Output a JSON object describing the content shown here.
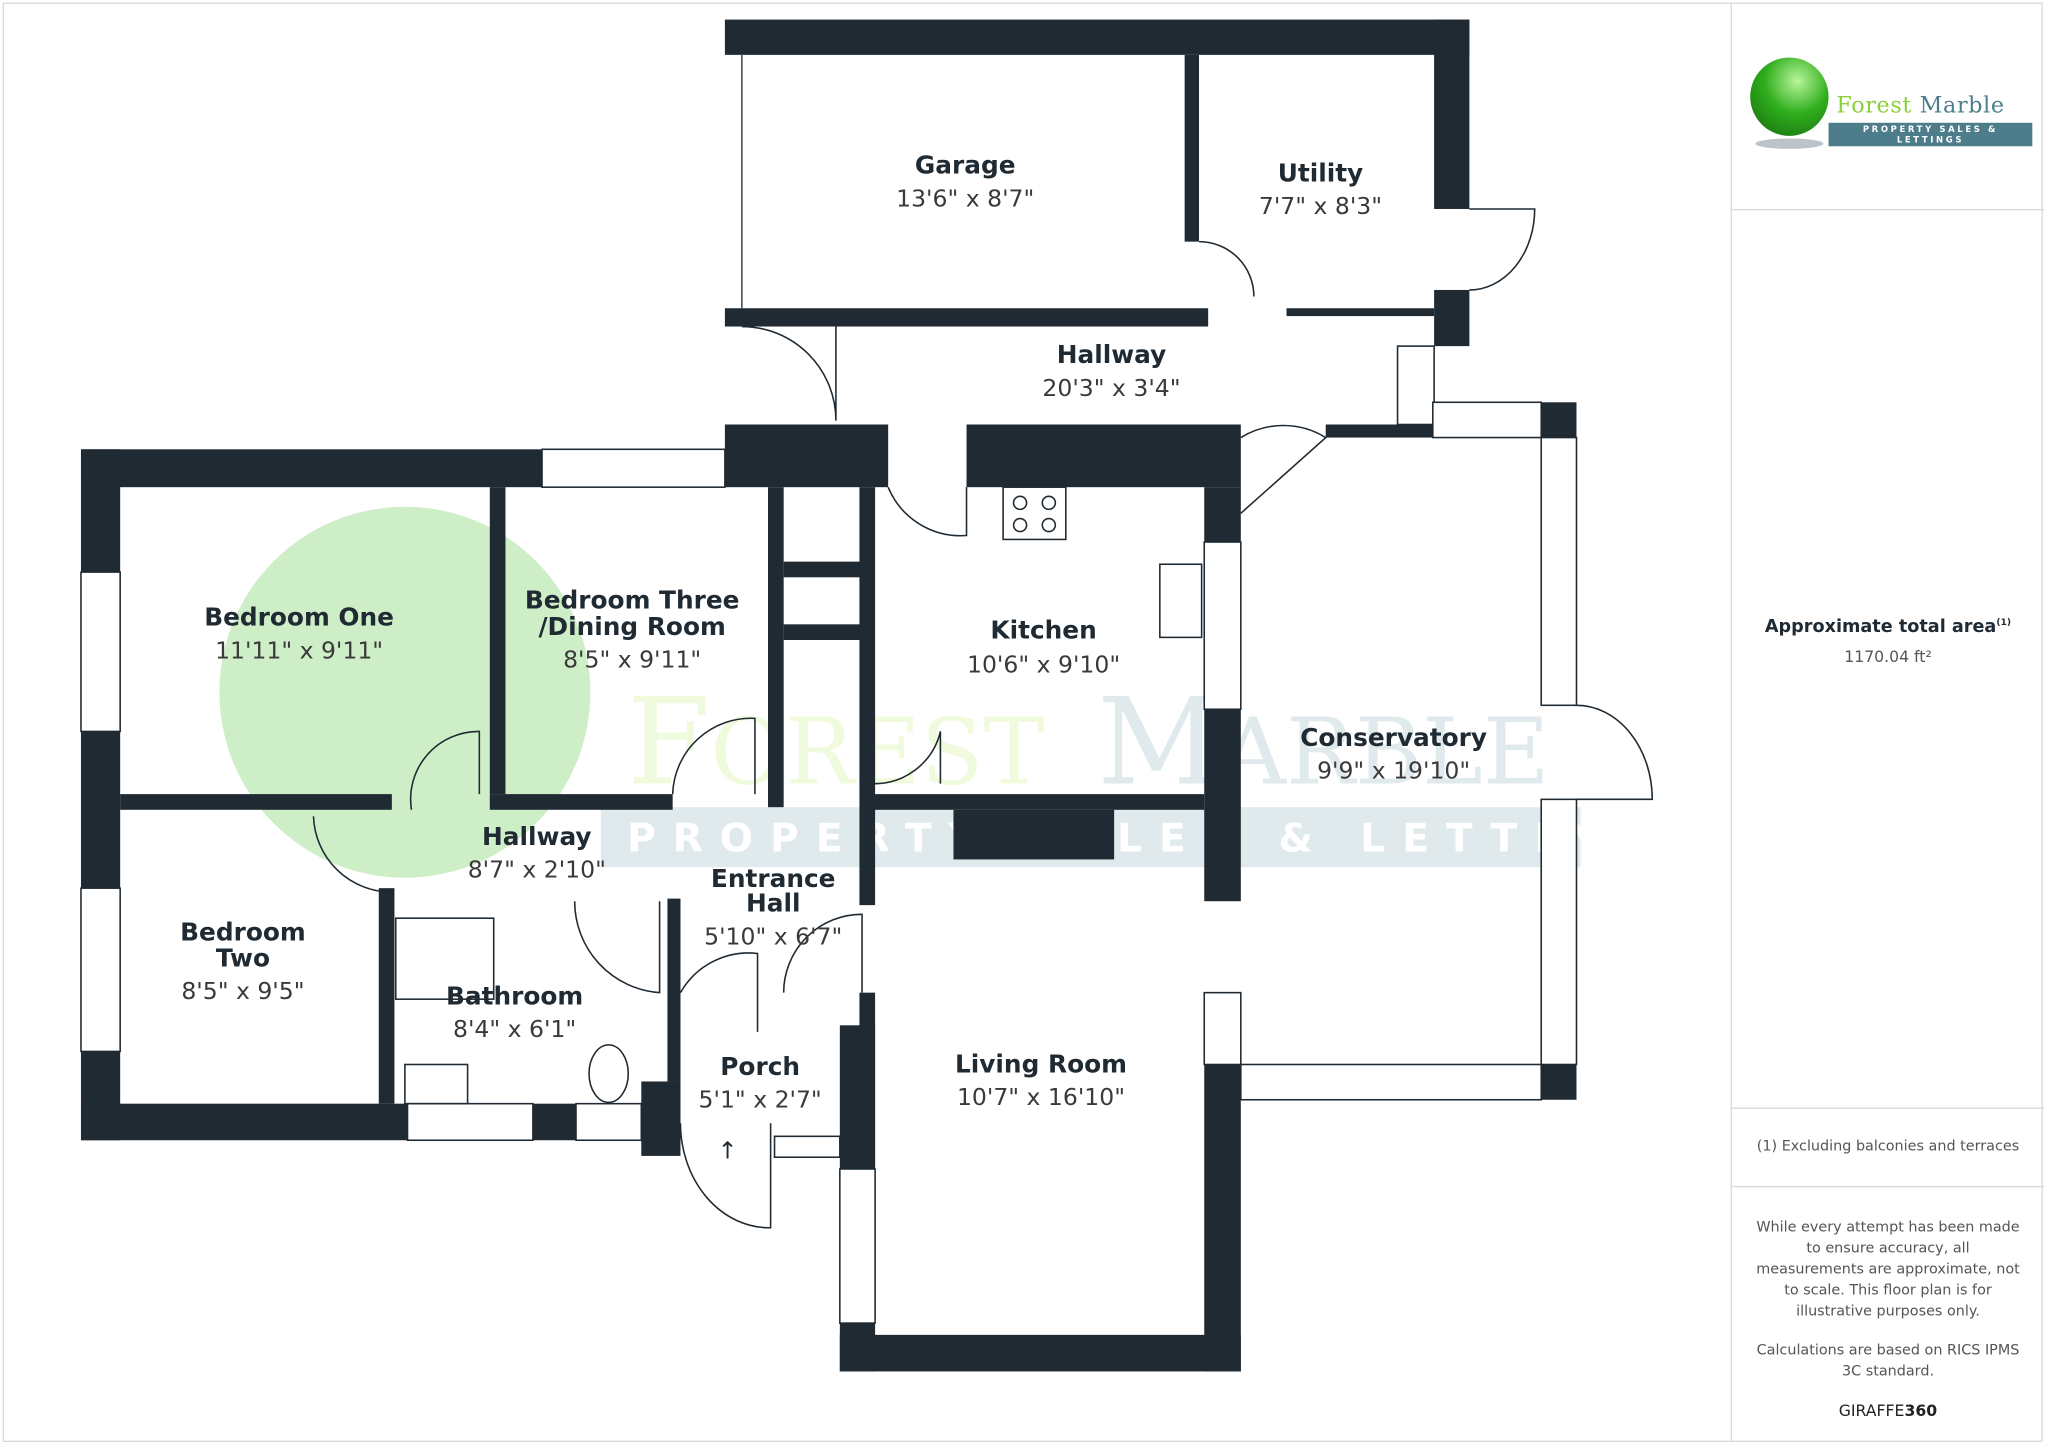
{
  "brand": {
    "name_part1": "Forest",
    "name_part2": "Marble",
    "tagline": "PROPERTY SALES & LETTINGS",
    "colors": {
      "green": "#8ccf3a",
      "slate": "#4d7d8b",
      "orb": "#2fae1d"
    }
  },
  "rooms": [
    {
      "name": "Garage",
      "dims": "13'6\" x 8'7\""
    },
    {
      "name": "Utility",
      "dims": "7'7\" x 8'3\""
    },
    {
      "name": "Hallway",
      "dims": "20'3\" x 3'4\""
    },
    {
      "name": "Bedroom One",
      "dims": "11'11\" x 9'11\""
    },
    {
      "name": "Bedroom Three",
      "name2": "/Dining Room",
      "dims": "8'5\" x 9'11\""
    },
    {
      "name": "Kitchen",
      "dims": "10'6\" x 9'10\""
    },
    {
      "name": "Conservatory",
      "dims": "9'9\" x 19'10\""
    },
    {
      "name": "Hallway",
      "dims": "8'7\" x 2'10\""
    },
    {
      "name": "Entrance",
      "name2": "Hall",
      "dims": "5'10\" x 6'7\""
    },
    {
      "name": "Bedroom",
      "name2": "Two",
      "dims": "8'5\" x 9'5\""
    },
    {
      "name": "Bathroom",
      "dims": "8'4\" x 6'1\""
    },
    {
      "name": "Porch",
      "dims": "5'1\" x 2'7\""
    },
    {
      "name": "Living Room",
      "dims": "10'7\" x 16'10\""
    }
  ],
  "panel": {
    "area_label": "Approximate total area",
    "area_note_mark": "(1)",
    "area_value": "1170.04 ft²",
    "footnote": "(1) Excluding balconies and terraces",
    "disclaimer": "While every attempt has been made to ensure accuracy, all measurements are approximate, not to scale. This floor plan is for illustrative purposes only.",
    "calc_note": "Calculations are based on RICS IPMS 3C standard.",
    "credit_a": "GIRAFFE",
    "credit_b": "360"
  }
}
